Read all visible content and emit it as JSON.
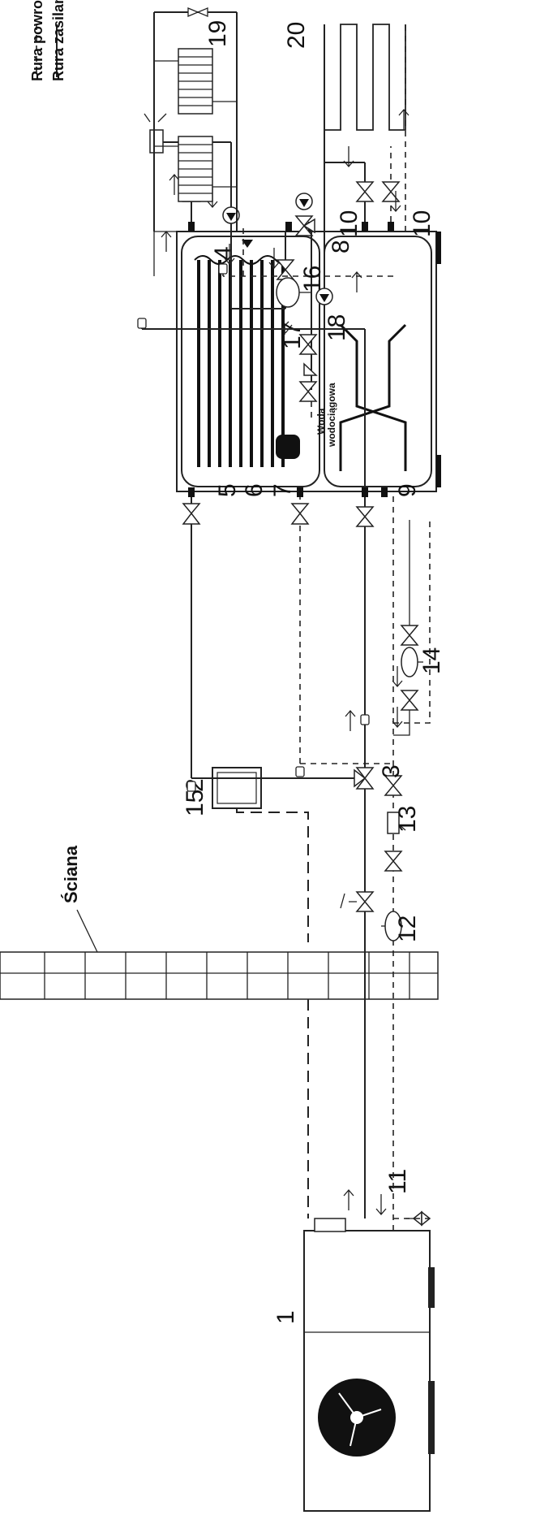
{
  "legend": {
    "return_pipe": "Rura powrotna",
    "supply_pipe": "Rura zasilania"
  },
  "labels": {
    "wall": "Ściana",
    "water_l1": "Woda",
    "water_l2": "wodociągowa"
  },
  "numbers": {
    "n1": "1",
    "n2": "2",
    "n3": "3",
    "n4": "4",
    "n5": "5",
    "n6": "6",
    "n7": "7",
    "n8": "8",
    "n9": "9",
    "n10a": "10",
    "n10b": "10",
    "n11": "11",
    "n12": "12",
    "n13": "13",
    "n14": "14",
    "n15": "15",
    "n16": "16",
    "n17": "17",
    "n18": "18",
    "n19": "19",
    "n20": "20"
  }
}
